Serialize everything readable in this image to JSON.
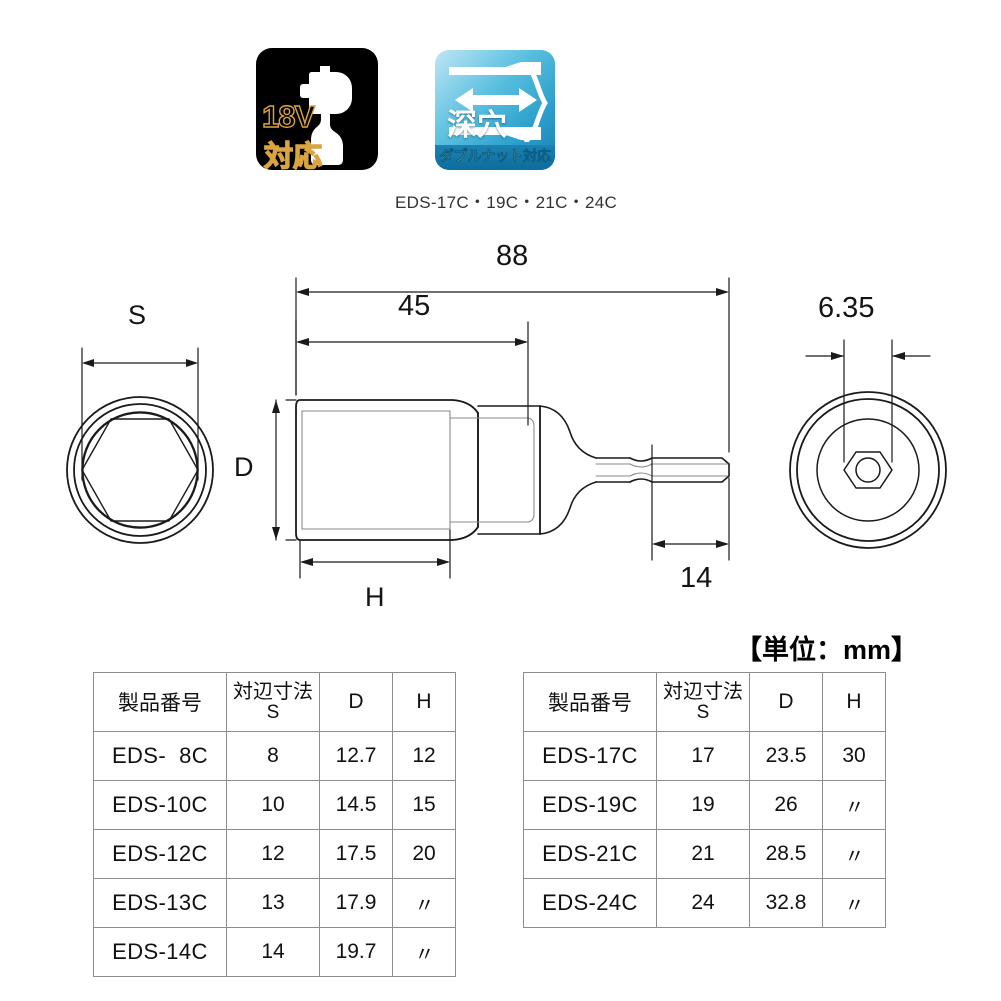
{
  "badges": {
    "voltage": {
      "name": "18v-compatible-badge",
      "line1": "18V",
      "line2": "対応",
      "bg_color": "#000000",
      "text_outline_color": "#d9a441",
      "icon": "impact-driver-icon"
    },
    "deep_hole": {
      "name": "deep-hole-badge",
      "main_text": "深穴",
      "sub_text": "ダブルナット対応",
      "bg_color": "#2b9fcc",
      "sub_text_color": "#ffe93a",
      "icon": "double-arrow-icon"
    },
    "model_list": "EDS-17C・19C・21C・24C"
  },
  "drawing": {
    "dimensions": {
      "total_length": "88",
      "body_length": "45",
      "shank_length": "14",
      "shank_hex": "6.35",
      "across_flats": "S",
      "outer_diameter": "D",
      "socket_depth": "H"
    },
    "views": {
      "left_end": "socket-end-view",
      "side": "side-section-view",
      "right_end": "shank-end-view"
    }
  },
  "unit_note": "【単位：mm】",
  "tables": {
    "headers": [
      "製品番号",
      "対辺寸法",
      "S",
      "D",
      "H"
    ],
    "left": {
      "name": "spec-table-small-sizes",
      "rows": [
        {
          "model": "EDS-  8C",
          "s": "8",
          "d": "12.7",
          "h": "12"
        },
        {
          "model": "EDS-10C",
          "s": "10",
          "d": "14.5",
          "h": "15"
        },
        {
          "model": "EDS-12C",
          "s": "12",
          "d": "17.5",
          "h": "20"
        },
        {
          "model": "EDS-13C",
          "s": "13",
          "d": "17.9",
          "h": "〃"
        },
        {
          "model": "EDS-14C",
          "s": "14",
          "d": "19.7",
          "h": "〃"
        }
      ]
    },
    "right": {
      "name": "spec-table-large-sizes",
      "rows": [
        {
          "model": "EDS-17C",
          "s": "17",
          "d": "23.5",
          "h": "30"
        },
        {
          "model": "EDS-19C",
          "s": "19",
          "d": "26",
          "h": "〃"
        },
        {
          "model": "EDS-21C",
          "s": "21",
          "d": "28.5",
          "h": "〃"
        },
        {
          "model": "EDS-24C",
          "s": "24",
          "d": "32.8",
          "h": "〃"
        }
      ]
    }
  }
}
